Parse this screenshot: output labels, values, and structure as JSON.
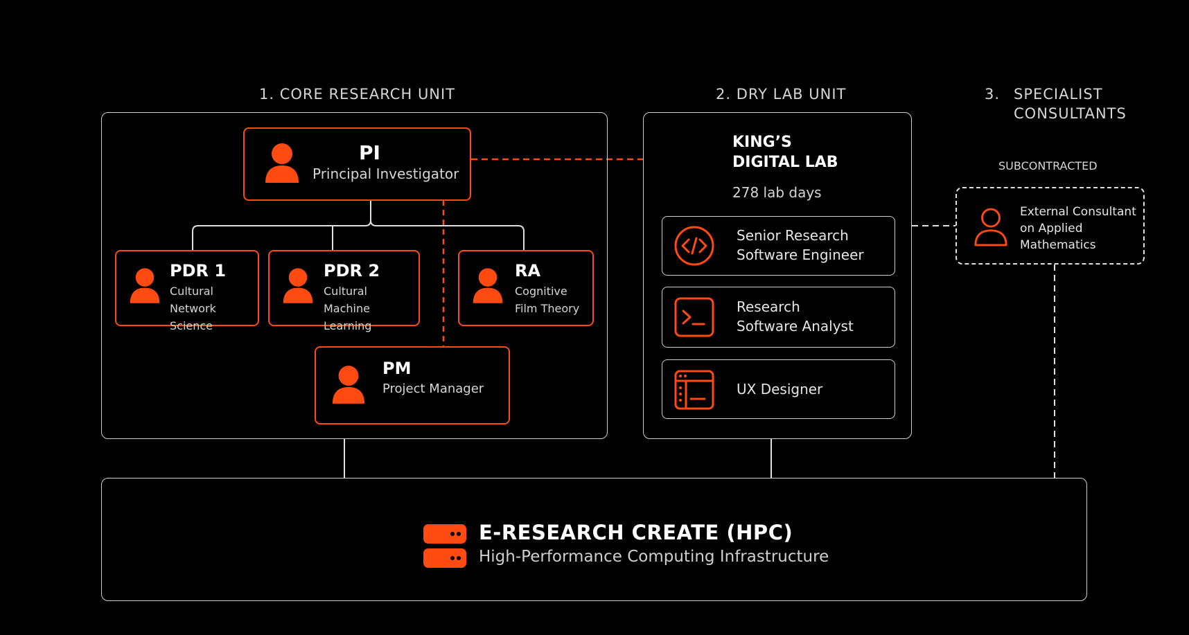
{
  "sections": {
    "core": "1.  CORE RESEARCH UNIT",
    "drylab": "2.  DRY LAB UNIT",
    "specialist_num": "3.",
    "specialist_line1": "SPECIALIST",
    "specialist_line2": "CONSULTANTS"
  },
  "core_unit": {
    "pi": {
      "title": "PI",
      "subtitle": "Principal Investigator"
    },
    "pdr1": {
      "title": "PDR 1",
      "line1": "Cultural",
      "line2": "Network Science"
    },
    "pdr2": {
      "title": "PDR 2",
      "line1": "Cultural",
      "line2": "Machine Learning"
    },
    "ra": {
      "title": "RA",
      "line1": "Cognitive",
      "line2": "Film Theory"
    },
    "pm": {
      "title": "PM",
      "subtitle": "Project Manager"
    }
  },
  "dry_lab": {
    "name_line1": "KING’S",
    "name_line2": "DIGITAL LAB",
    "days": "278 lab days",
    "roles": [
      {
        "line1": "Senior Research",
        "line2": "Software Engineer",
        "icon": "code-icon"
      },
      {
        "line1": "Research",
        "line2": "Software Analyst",
        "icon": "terminal-icon"
      },
      {
        "line1": "UX Designer",
        "line2": "",
        "icon": "layout-icon"
      }
    ]
  },
  "specialist": {
    "tag": "SUBCONTRACTED",
    "line1": "External Consultant",
    "line2": "on Applied",
    "line3": "Mathematics"
  },
  "infrastructure": {
    "title": "E-RESEARCH CREATE (HPC)",
    "subtitle": "High-Performance Computing Infrastructure"
  },
  "colors": {
    "accent": "#ff4a12",
    "line": "#d9d9d9",
    "background": "#000000"
  }
}
